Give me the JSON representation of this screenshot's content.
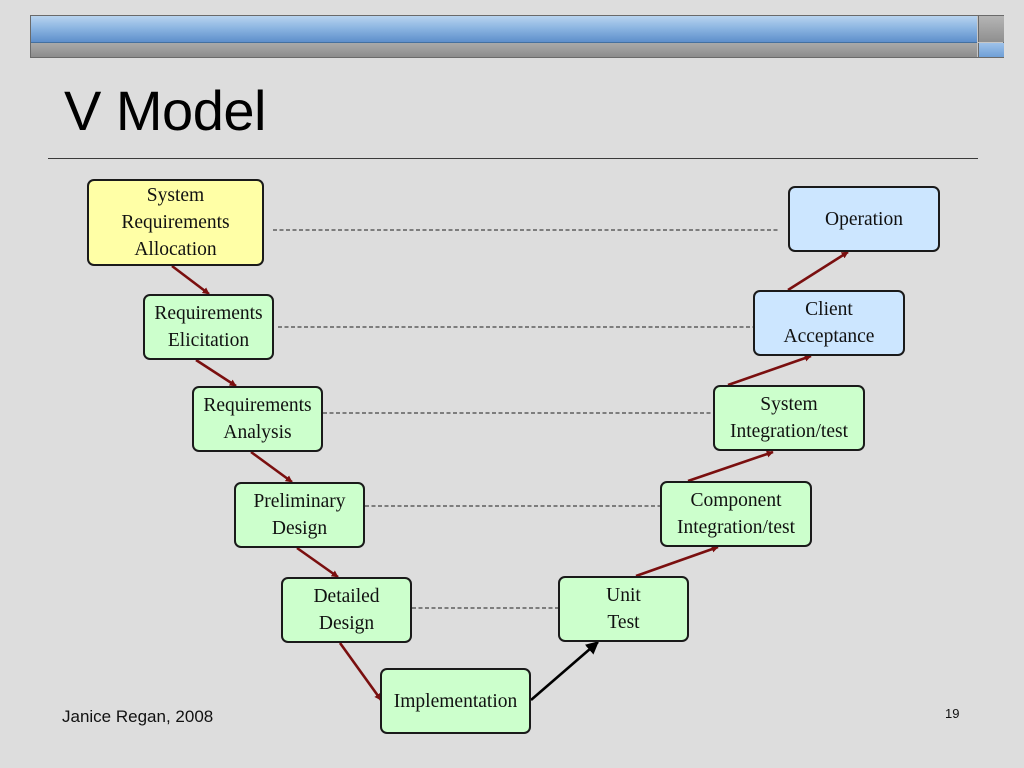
{
  "slide": {
    "title": "V Model",
    "footer_author": "Janice Regan, 2008",
    "page_number": "19"
  },
  "colors": {
    "box_yellow": "#ffffa6",
    "box_green": "#ccffcc",
    "box_blue": "#cce6ff",
    "arrow_dark_red": "#7a0f0f",
    "arrow_black": "#000000"
  },
  "diagram": {
    "left_branch": [
      {
        "id": "sys-req-alloc",
        "label": "System\nRequirements\nAllocation",
        "fill": "yellow"
      },
      {
        "id": "req-elicitation",
        "label": "Requirements\nElicitation",
        "fill": "green"
      },
      {
        "id": "req-analysis",
        "label": "Requirements\nAnalysis",
        "fill": "green"
      },
      {
        "id": "prelim-design",
        "label": "Preliminary\nDesign",
        "fill": "green"
      },
      {
        "id": "detailed-design",
        "label": "Detailed\nDesign",
        "fill": "green"
      }
    ],
    "bottom": {
      "id": "implementation",
      "label": "Implementation",
      "fill": "green"
    },
    "right_branch": [
      {
        "id": "unit-test",
        "label": "Unit\nTest",
        "fill": "green"
      },
      {
        "id": "component-integration",
        "label": "Component\nIntegration/test",
        "fill": "green"
      },
      {
        "id": "system-integration",
        "label": "System\nIntegration/test",
        "fill": "green"
      },
      {
        "id": "client-acceptance",
        "label": "Client\nAcceptance",
        "fill": "blue"
      },
      {
        "id": "operation",
        "label": "Operation",
        "fill": "blue"
      }
    ],
    "flow_edges": [
      {
        "from": "sys-req-alloc",
        "to": "req-elicitation",
        "color": "dark_red"
      },
      {
        "from": "req-elicitation",
        "to": "req-analysis",
        "color": "dark_red"
      },
      {
        "from": "req-analysis",
        "to": "prelim-design",
        "color": "dark_red"
      },
      {
        "from": "prelim-design",
        "to": "detailed-design",
        "color": "dark_red"
      },
      {
        "from": "detailed-design",
        "to": "implementation",
        "color": "dark_red"
      },
      {
        "from": "implementation",
        "to": "unit-test",
        "color": "black"
      },
      {
        "from": "unit-test",
        "to": "component-integration",
        "color": "dark_red"
      },
      {
        "from": "component-integration",
        "to": "system-integration",
        "color": "dark_red"
      },
      {
        "from": "system-integration",
        "to": "client-acceptance",
        "color": "dark_red"
      },
      {
        "from": "client-acceptance",
        "to": "operation",
        "color": "dark_red"
      }
    ],
    "correspondence_links": [
      {
        "from": "sys-req-alloc",
        "to": "operation"
      },
      {
        "from": "req-elicitation",
        "to": "client-acceptance"
      },
      {
        "from": "req-analysis",
        "to": "system-integration"
      },
      {
        "from": "prelim-design",
        "to": "component-integration"
      },
      {
        "from": "detailed-design",
        "to": "unit-test"
      }
    ]
  }
}
